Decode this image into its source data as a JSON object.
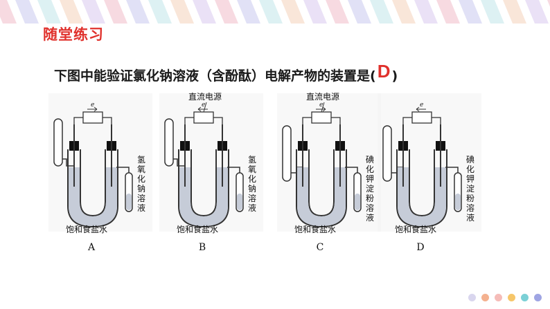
{
  "section_title": "随堂练习",
  "question": {
    "text": "下图中能验证氯化钠溶液（含酚酞）电解产物的装置是",
    "open_paren": "(",
    "answer": "D",
    "close_paren": ")"
  },
  "apparatus": [
    {
      "id": "A",
      "letter": "A",
      "power_label": "",
      "electrolyte_label": "饱和食盐水",
      "tube_reagent": "氢氧化钠溶液"
    },
    {
      "id": "B",
      "letter": "B",
      "power_label": "直流电源",
      "electrolyte_label": "饱和食盐水",
      "tube_reagent": "氢氧化钠溶液"
    },
    {
      "id": "C",
      "letter": "C",
      "power_label": "直流电源",
      "electrolyte_label": "饱和食盐水",
      "tube_reagent": "碘化钾淀粉溶液"
    },
    {
      "id": "D",
      "letter": "D",
      "power_label": "",
      "electrolyte_label": "饱和食盐水",
      "tube_reagent": "碘化钾淀粉溶液"
    }
  ],
  "electron_symbol": "e",
  "decor": {
    "stripe_colors": [
      "#f6d4dc",
      "#dcdcf4",
      "#d7eef1",
      "#f8e2d2",
      "#e6dcf4"
    ],
    "footer_dots": [
      "#d9d6ee",
      "#f4b18f",
      "#f5bcb8",
      "#f6c66a",
      "#7bd0d6",
      "#9fa5e3"
    ],
    "accent": "#e0312c"
  }
}
